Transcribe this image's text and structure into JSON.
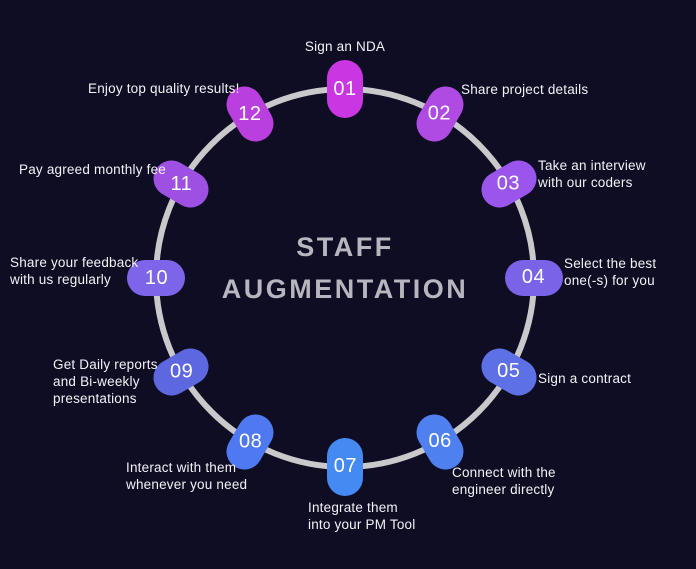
{
  "title": {
    "line1": "STAFF",
    "line2": "AUGMENTATION"
  },
  "theme": {
    "background": "#0e0d23",
    "ring_color": "#c9c9cc",
    "title_color": "#b7b6bf",
    "label_color": "#f3f2f7",
    "number_color": "#ffffff"
  },
  "steps": [
    {
      "number": "01",
      "color": "#c936e2",
      "label_lines": [
        "Sign an NDA"
      ]
    },
    {
      "number": "02",
      "color": "#af4ae2",
      "label_lines": [
        "Share project details"
      ]
    },
    {
      "number": "03",
      "color": "#9a56ec",
      "label_lines": [
        "Take an interview",
        "with our coders"
      ]
    },
    {
      "number": "04",
      "color": "#7b63e8",
      "label_lines": [
        "Select the best",
        "one(-s) for you"
      ]
    },
    {
      "number": "05",
      "color": "#5e70e6",
      "label_lines": [
        "Sign a contract"
      ]
    },
    {
      "number": "06",
      "color": "#4f80f0",
      "label_lines": [
        "Connect with the",
        "engineer directly"
      ]
    },
    {
      "number": "07",
      "color": "#458af2",
      "label_lines": [
        "Integrate them",
        "into your PM Tool"
      ]
    },
    {
      "number": "08",
      "color": "#4f79f0",
      "label_lines": [
        "Interact with them",
        "whenever you need"
      ]
    },
    {
      "number": "09",
      "color": "#5d68e0",
      "label_lines": [
        "Get Daily reports",
        "and Bi-weekly",
        "presentations"
      ]
    },
    {
      "number": "10",
      "color": "#7e64e8",
      "label_lines": [
        "Share your feedback",
        "with us regularly"
      ]
    },
    {
      "number": "11",
      "color": "#9d50e2",
      "label_lines": [
        "Pay agreed monthly fee"
      ]
    },
    {
      "number": "12",
      "color": "#b93fdf",
      "label_lines": [
        "Enjoy top quality results!"
      ]
    }
  ]
}
